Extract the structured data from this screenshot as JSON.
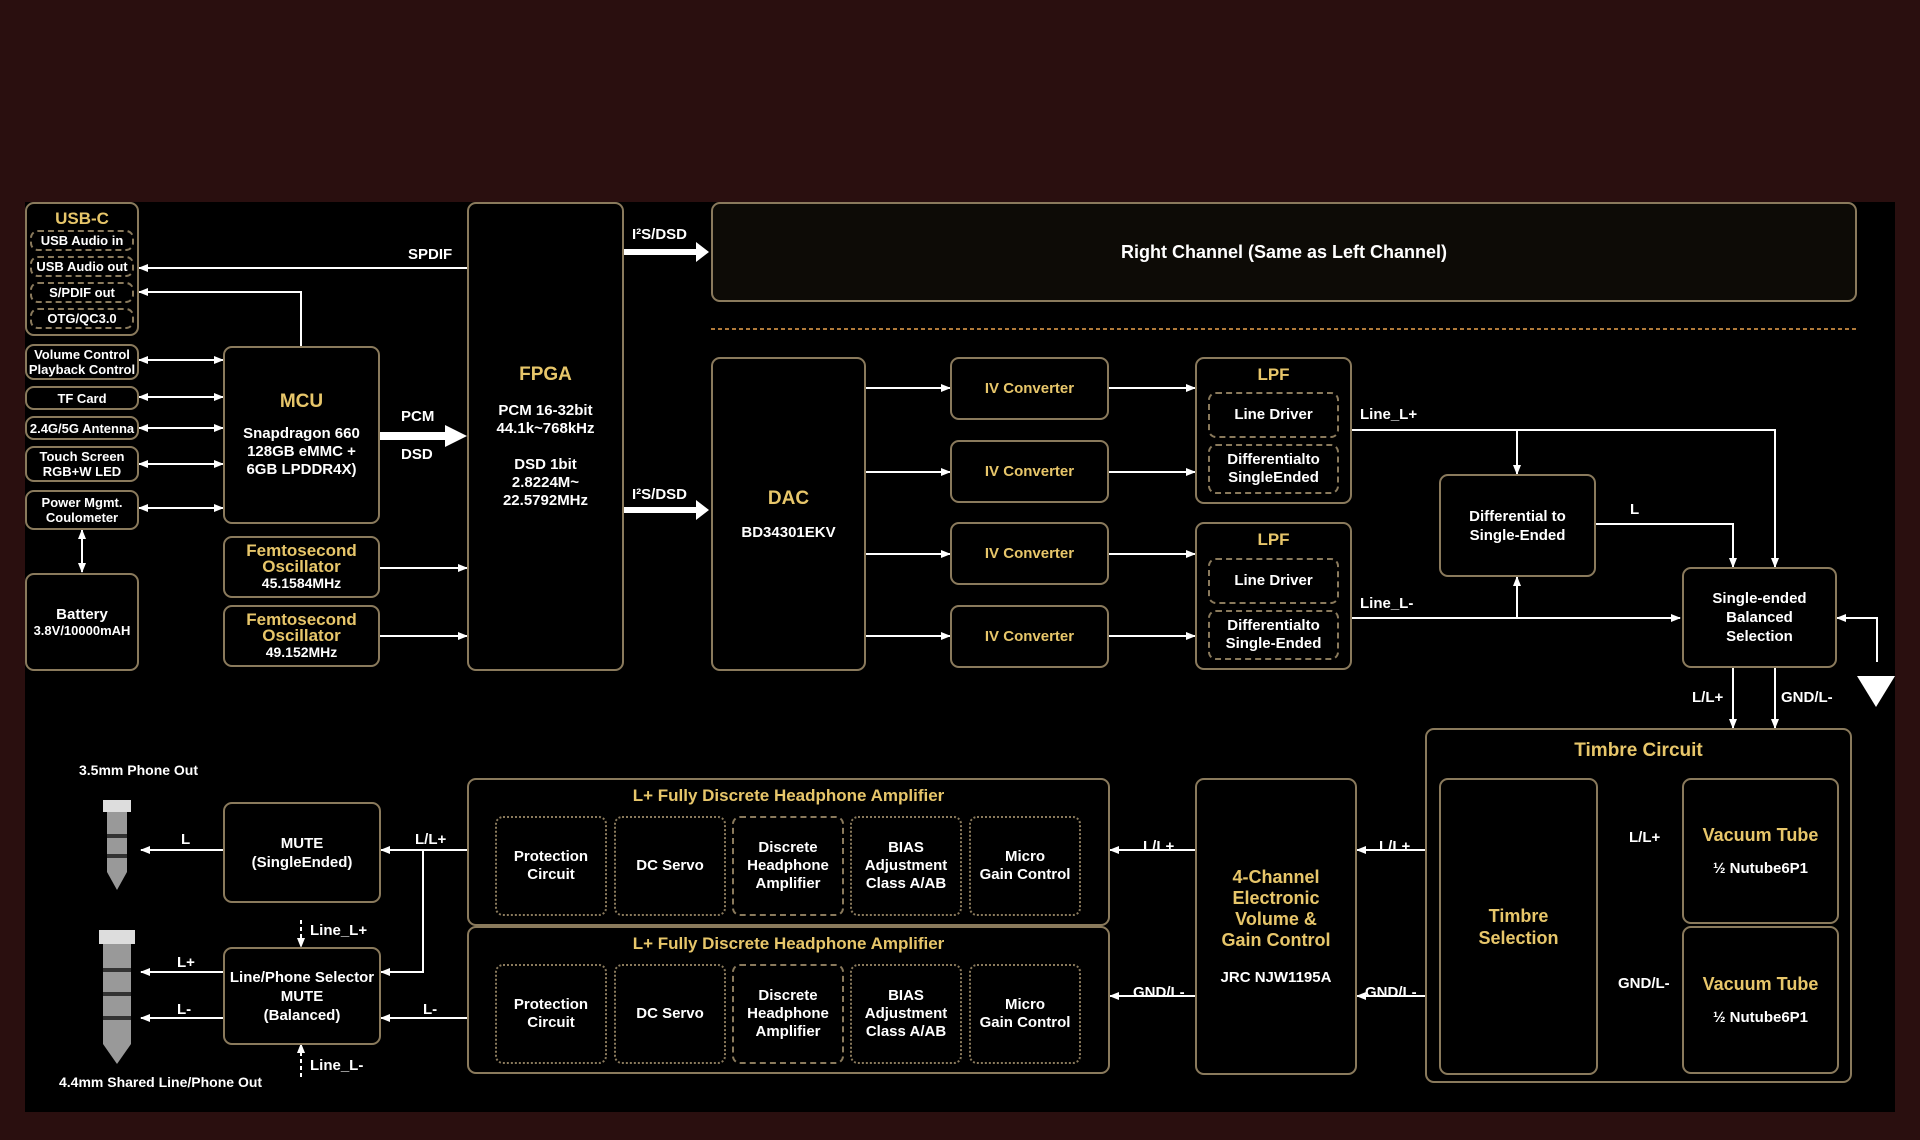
{
  "usb": {
    "title": "USB-C",
    "items": [
      "USB  Audio in",
      "USB  Audio out",
      "S/PDIF out",
      "OTG/QC3.0"
    ]
  },
  "left_io": {
    "volume": "Volume Control\nPlayback Control",
    "tf": "TF Card",
    "antenna": "2.4G/5G Antenna",
    "touch": "Touch Screen\nRGB+W LED",
    "power": "Power Mgmt.\nCoulometer",
    "battery_title": "Battery",
    "battery_spec": "3.8V/10000mAH"
  },
  "mcu": {
    "title": "MCU",
    "spec": "Snapdragon 660\n128GB eMMC +\n6GB LPDDR4X)"
  },
  "osc1": {
    "title": "Femtosecond\nOscillator",
    "freq": "45.1584MHz"
  },
  "osc2": {
    "title": "Femtosecond\nOscillator",
    "freq": "49.152MHz"
  },
  "fpga": {
    "title": "FPGA",
    "spec": "PCM 16-32bit\n44.1k~768kHz\n\nDSD 1bit\n2.8224M~\n22.5792MHz"
  },
  "signals": {
    "spdif": "SPDIF",
    "pcm": "PCM",
    "dsd": "DSD",
    "i2s_top": "I²S/DSD",
    "i2s_mid": "I²S/DSD",
    "line_l_plus": "Line_L+",
    "line_l_minus": "Line_L-",
    "l": "L",
    "ll_plus": "L/L+",
    "gnd_l_minus": "GND/L-",
    "ll_plus_amp_out": "L/L+",
    "l_mute_out": "L",
    "line_l_plus_sel": "Line_L+",
    "line_l_minus_sel": "Line_L-",
    "l_plus_jack": "L+",
    "l_minus_jack": "L-",
    "l_minus_sel": "L-",
    "ll_plus_vol_out": "L/L+",
    "gnd_vol_out": "GND/L-",
    "ll_plus_timbre": "L/L+",
    "gnd_timbre": "GND/L-",
    "ll_plus_tube": "L/L+",
    "gnd_tube": "GND/L-"
  },
  "right_channel": "Right Channel (Same as Left Channel)",
  "dac": {
    "title": "DAC",
    "chip": "BD34301EKV"
  },
  "iv_converter": [
    "IV Converter",
    "IV Converter",
    "IV Converter",
    "IV Converter"
  ],
  "lpf1": {
    "title": "LPF",
    "line_driver": "Line Driver",
    "diff": "Differentialto\nSingleEnded"
  },
  "lpf2": {
    "title": "LPF",
    "line_driver": "Line Driver",
    "diff": "Differentialto\nSingle-Ended"
  },
  "diff_to_se": "Differential to\nSingle-Ended",
  "se_bal": "Single-ended\nBalanced\nSelection",
  "timbre": {
    "title": "Timbre Circuit",
    "selection": "Timbre\nSelection",
    "tube_title": "Vacuum Tube",
    "tube_spec": "½ Nutube6P1"
  },
  "volume_ctrl": {
    "title": "4-Channel\nElectronic\nVolume &\nGain Control",
    "chip": "JRC NJW1195A"
  },
  "amp": {
    "title": "L+ Fully Discrete Headphone Amplifier",
    "blocks": [
      "Protection\nCircuit",
      "DC Servo",
      "Discrete\nHeadphone\nAmplifier",
      "BIAS\nAdjustment\nClass A/AB",
      "Micro\nGain Control"
    ]
  },
  "mute_se": "MUTE\n(SingleEnded)",
  "selector": "Line/Phone Selector\nMUTE\n(Balanced)",
  "jack35": "3.5mm\nPhone Out",
  "jack44": "4.4mm Shared\nLine/Phone Out",
  "colors": {
    "border": "#8a7a5c",
    "gold": "#e7c66a",
    "background": "#000000",
    "frame": "#2a0f0f",
    "dotted": "#b07a3a"
  }
}
